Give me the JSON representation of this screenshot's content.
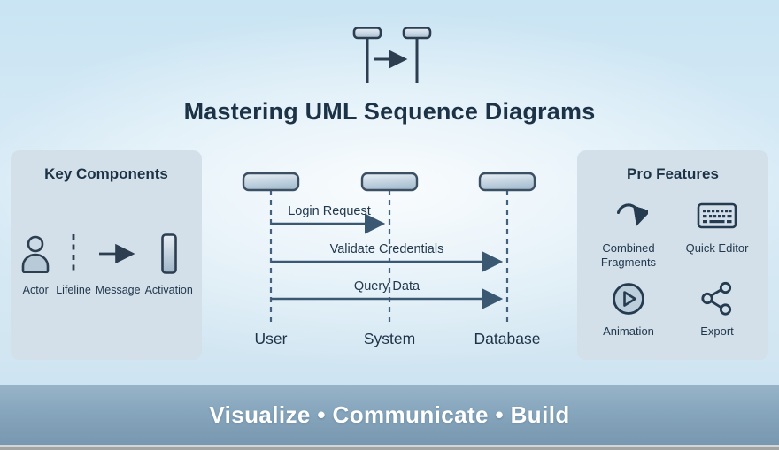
{
  "header": {
    "title": "Mastering UML Sequence Diagrams",
    "logo": "sequence-diagram-logo"
  },
  "key_components": {
    "title": "Key Components",
    "items": [
      {
        "label": "Actor",
        "icon": "actor-icon"
      },
      {
        "label": "Lifeline",
        "icon": "lifeline-icon"
      },
      {
        "label": "Message",
        "icon": "message-arrow-icon"
      },
      {
        "label": "Activation",
        "icon": "activation-bar-icon"
      }
    ]
  },
  "sequence_diagram": {
    "participants": [
      {
        "name": "User"
      },
      {
        "name": "System"
      },
      {
        "name": "Database"
      }
    ],
    "messages": [
      {
        "label": "Login Request",
        "from": "User",
        "to": "System"
      },
      {
        "label": "Validate Credentials",
        "from": "User",
        "to": "Database"
      },
      {
        "label": "Query Data",
        "from": "User",
        "to": "Database"
      }
    ]
  },
  "pro_features": {
    "title": "Pro Features",
    "items": [
      {
        "label": "Combined Fragments",
        "icon": "sync-arrows-icon"
      },
      {
        "label": "Quick Editor",
        "icon": "keyboard-icon"
      },
      {
        "label": "Animation",
        "icon": "play-circle-icon"
      },
      {
        "label": "Export",
        "icon": "share-icon"
      }
    ]
  },
  "footer": {
    "tagline": "Visualize • Communicate • Build"
  },
  "colors": {
    "accent_navy": "#1c3246",
    "icon_stroke": "#2c3e50",
    "arrow": "#3b5872",
    "lifeline": "#44617d",
    "panel_bg": "#d3e0e9",
    "head_fill_top": "#eaf1f7",
    "head_fill_bottom": "#a7bed0",
    "banner_top": "#97b3c8",
    "banner_bottom": "#7897b0",
    "background": "#cde7f3",
    "footer_text": "#ffffff"
  }
}
